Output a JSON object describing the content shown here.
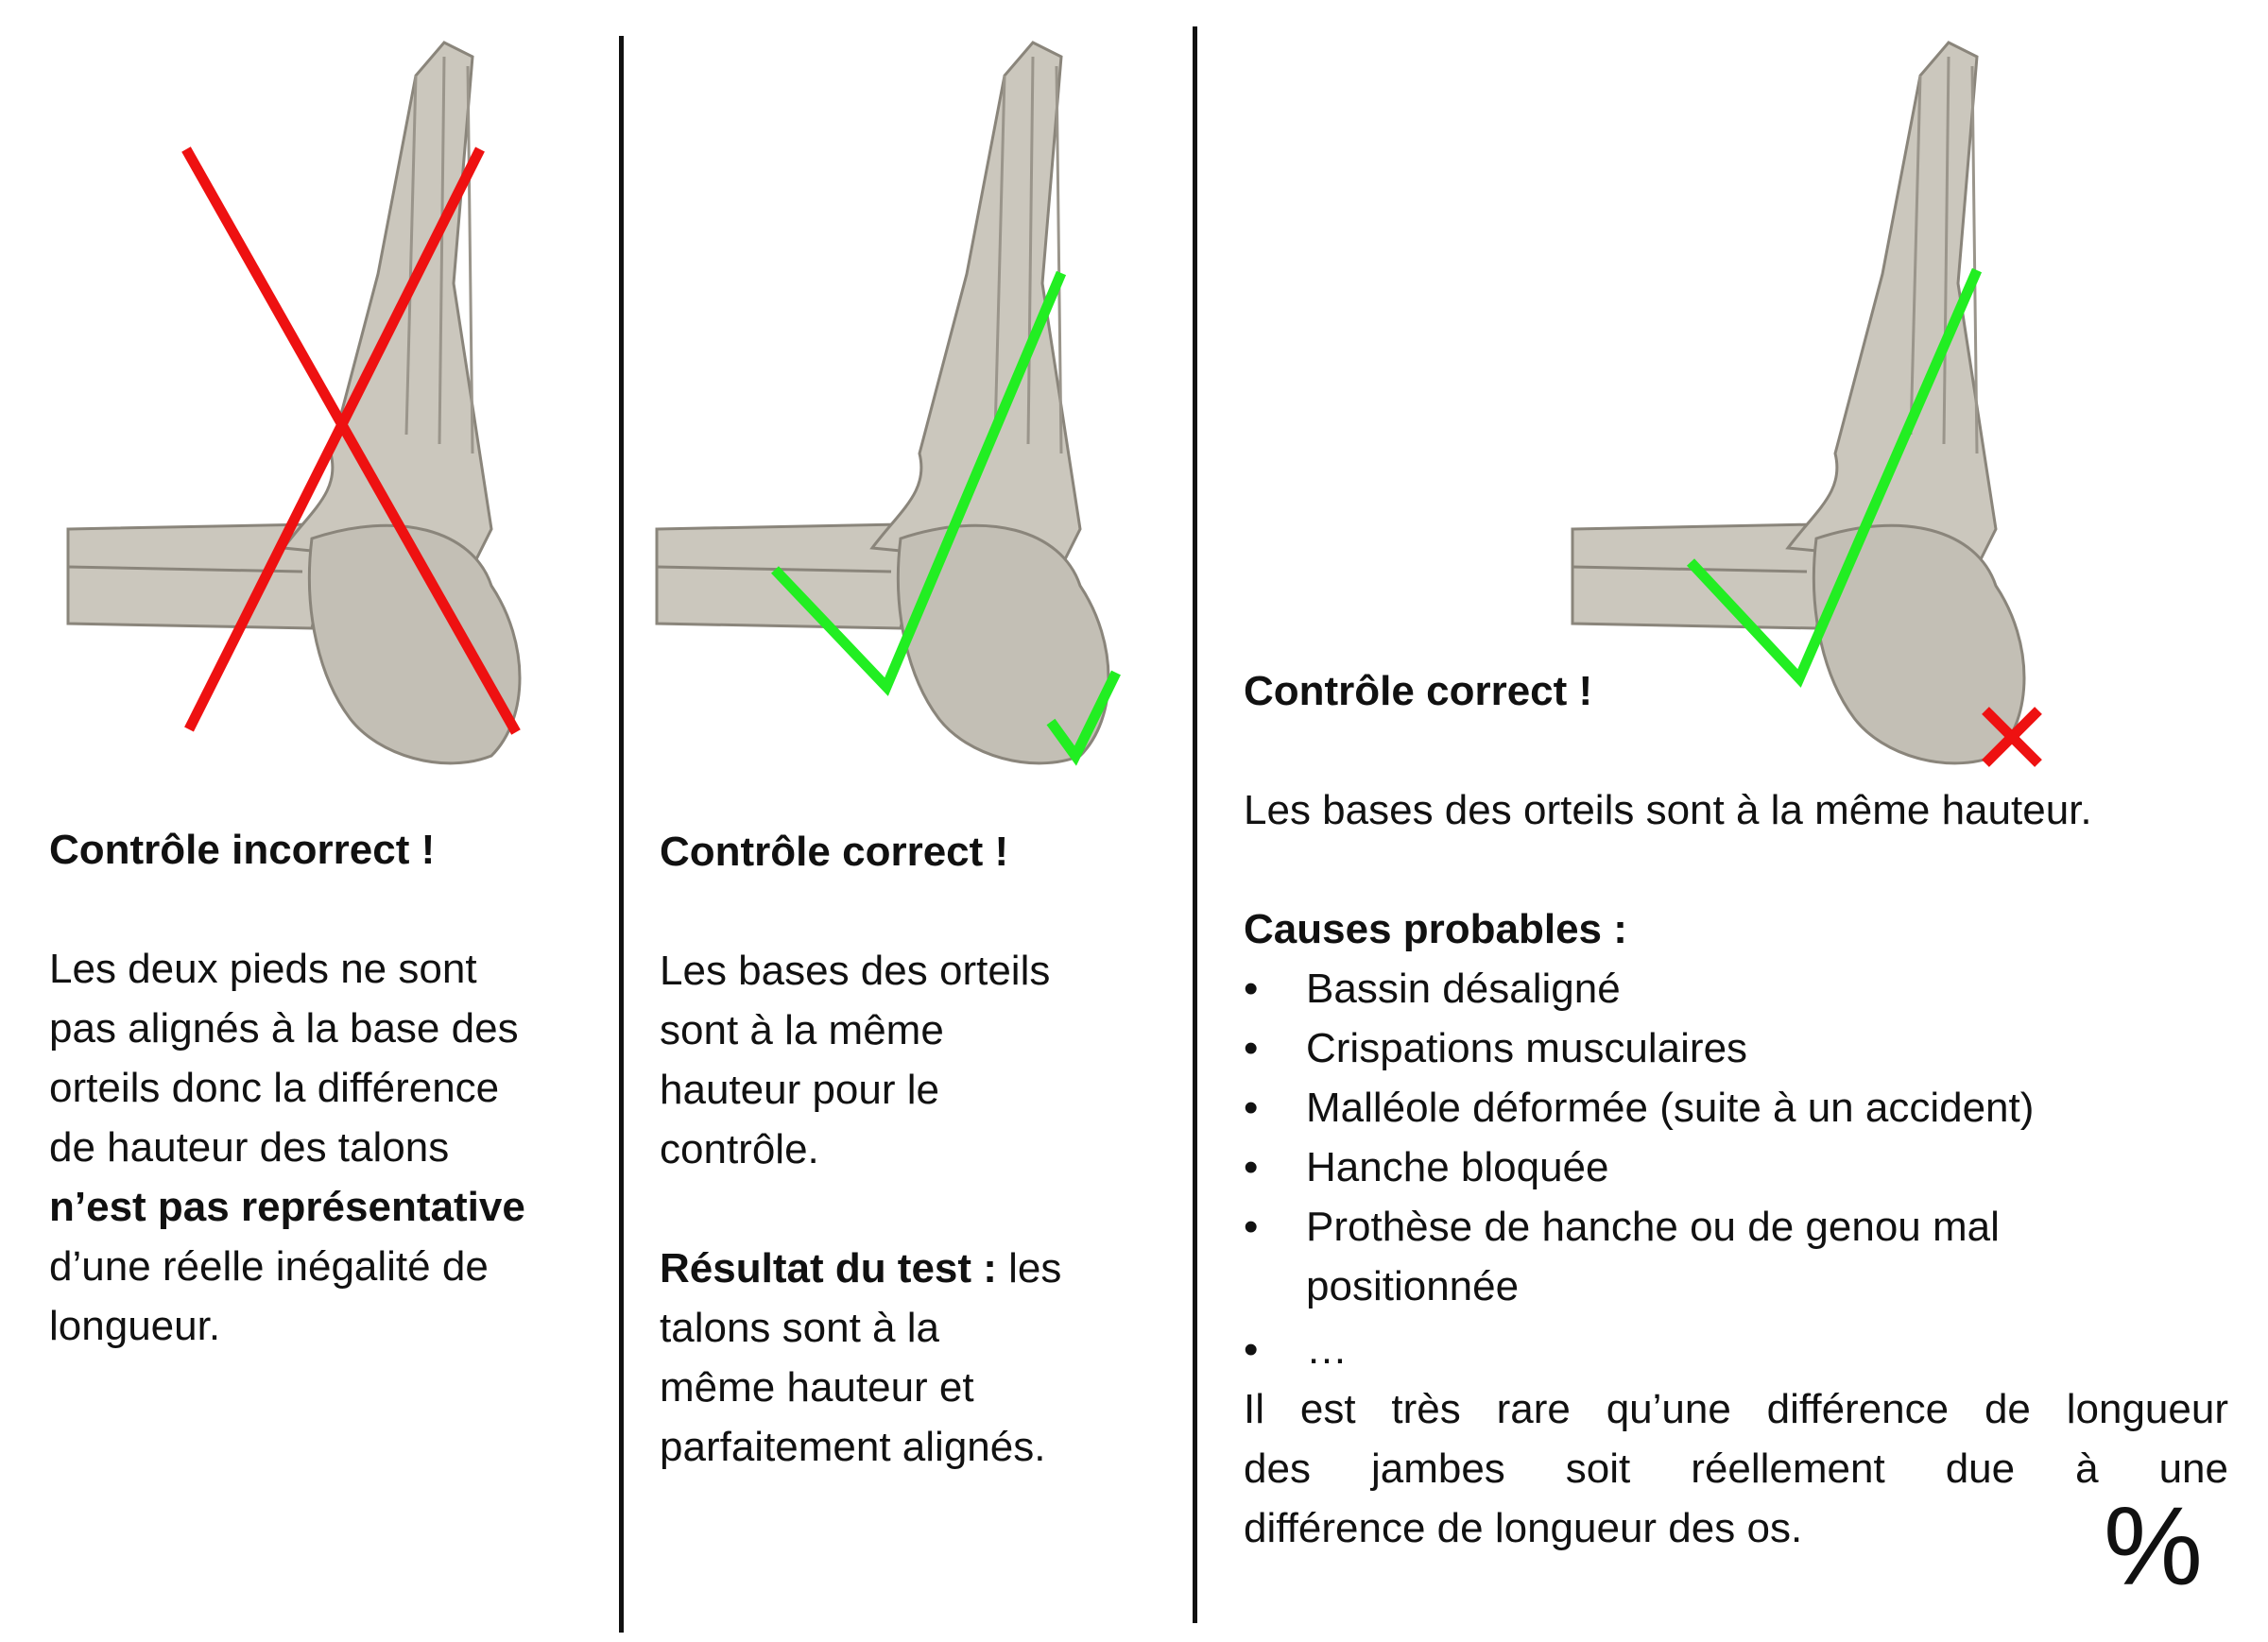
{
  "colors": {
    "cross": "#ee1111",
    "check": "#22ee22",
    "bone": "#cbc7bd",
    "bone_edge": "#8a857b"
  },
  "panel1": {
    "heading": "Contrôle incorrect !",
    "lines": [
      "Les deux pieds ne sont",
      "pas alignés à la base des",
      "orteils donc la différence",
      "de hauteur des talons"
    ],
    "bold_line": "n’est pas représentative",
    "lines_after": [
      "d’une réelle inégalité de",
      "longueur."
    ]
  },
  "panel2": {
    "heading": "Contrôle correct !",
    "lines": [
      "Les bases des orteils",
      "sont à la même",
      "hauteur pour le",
      "contrôle."
    ],
    "result_label": "Résultat du test :",
    "result_first": " les",
    "result_lines": [
      "talons sont à la",
      "même hauteur et",
      "parfaitement alignés."
    ]
  },
  "panel3": {
    "heading": "Contrôle correct !",
    "intro": "Les bases des orteils sont à la même hauteur.",
    "causes_title": "Causes probables :",
    "bullet_symbol": "•",
    "causes": [
      "Bassin désaligné",
      "Crispations musculaires",
      "Malléole déformée (suite à un accident)",
      "Hanche bloquée",
      "Prothèse de hanche ou de genou mal"
    ],
    "cause_continuation": "positionnée",
    "ellipsis": "…",
    "conclusion_lines": [
      "Il est très rare qu’une différence de longueur",
      "des jambes soit réellement due à une",
      "différence de longueur des os."
    ],
    "percent_symbol": "%"
  }
}
